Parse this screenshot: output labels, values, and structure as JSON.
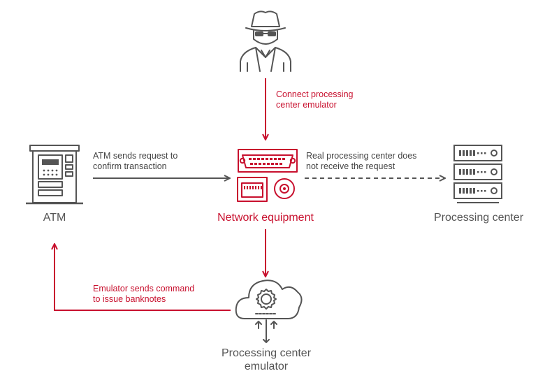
{
  "colors": {
    "accent": "#c8102e",
    "gray": "#555555",
    "dark": "#444444"
  },
  "nodes": {
    "attacker": {
      "icon": "hacker-icon"
    },
    "atm": {
      "label": "ATM",
      "icon": "atm-icon"
    },
    "network": {
      "label": "Network equipment",
      "icon": "network-equipment-icon"
    },
    "processing": {
      "label": "Processing center",
      "icon": "server-rack-icon"
    },
    "emulator": {
      "label_line1": "Processing center",
      "label_line2": "emulator",
      "icon": "cloud-gear-icon"
    }
  },
  "edges": {
    "connect": {
      "line1": "Connect processing",
      "line2": "center emulator"
    },
    "request": {
      "line1": "ATM sends request to",
      "line2": "confirm transaction"
    },
    "real": {
      "line1": "Real processing center does",
      "line2": "not receive the request"
    },
    "command": {
      "line1": "Emulator sends command",
      "line2": "to issue banknotes"
    }
  }
}
